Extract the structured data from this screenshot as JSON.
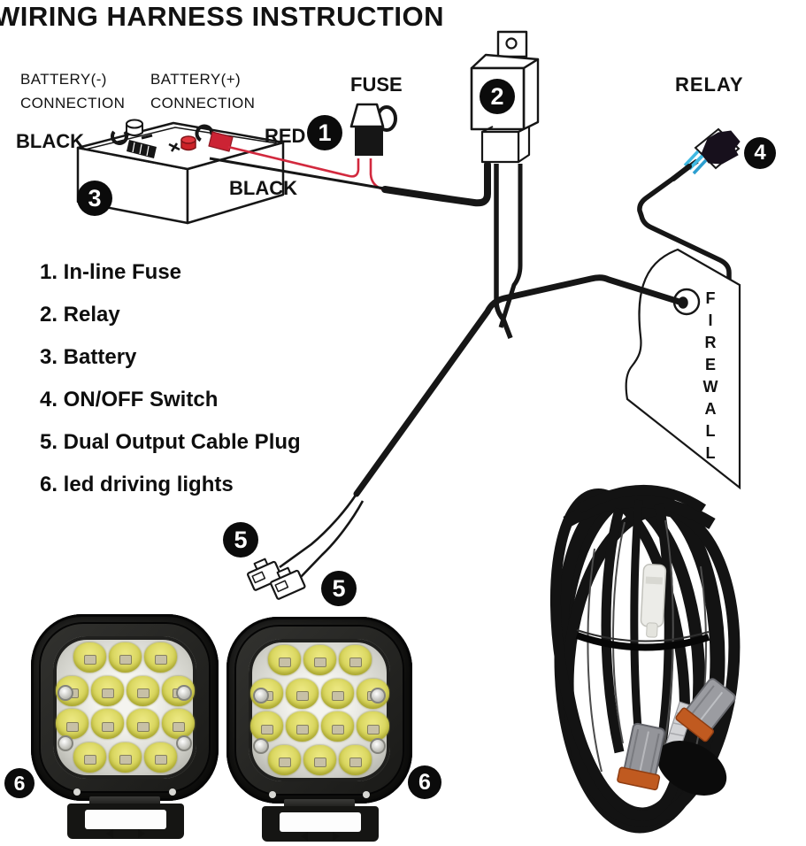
{
  "title": "WIRING HARNESS INSTRUCTION",
  "labels": {
    "battery_neg_line1": "BATTERY(-)",
    "battery_neg_line2": "CONNECTION",
    "battery_pos_line1": "BATTERY(+)",
    "battery_pos_line2": "CONNECTION",
    "fuse": "FUSE",
    "relay": "RELAY",
    "wire_black_battery": "BLACK",
    "wire_red": "RED",
    "wire_black_main": "BLACK",
    "firewall": "FIREWALL"
  },
  "markers": {
    "fuse": "1",
    "relay": "2",
    "battery": "3",
    "switch": "4",
    "plug_left": "5",
    "plug_right": "5",
    "light_left": "6",
    "light_right": "6"
  },
  "legend": [
    "1. In-line Fuse",
    "2. Relay",
    "3. Battery",
    "4. ON/OFF Switch",
    "5. Dual Output Cable Plug",
    "6. led driving lights"
  ],
  "colors": {
    "wire_red": "#d2293e",
    "terminal_red": "#cc2127",
    "switch_cyan": "#3fb9e2",
    "connector_orange": "#c05a20",
    "led_lens_yellow": "#d8d55e"
  }
}
